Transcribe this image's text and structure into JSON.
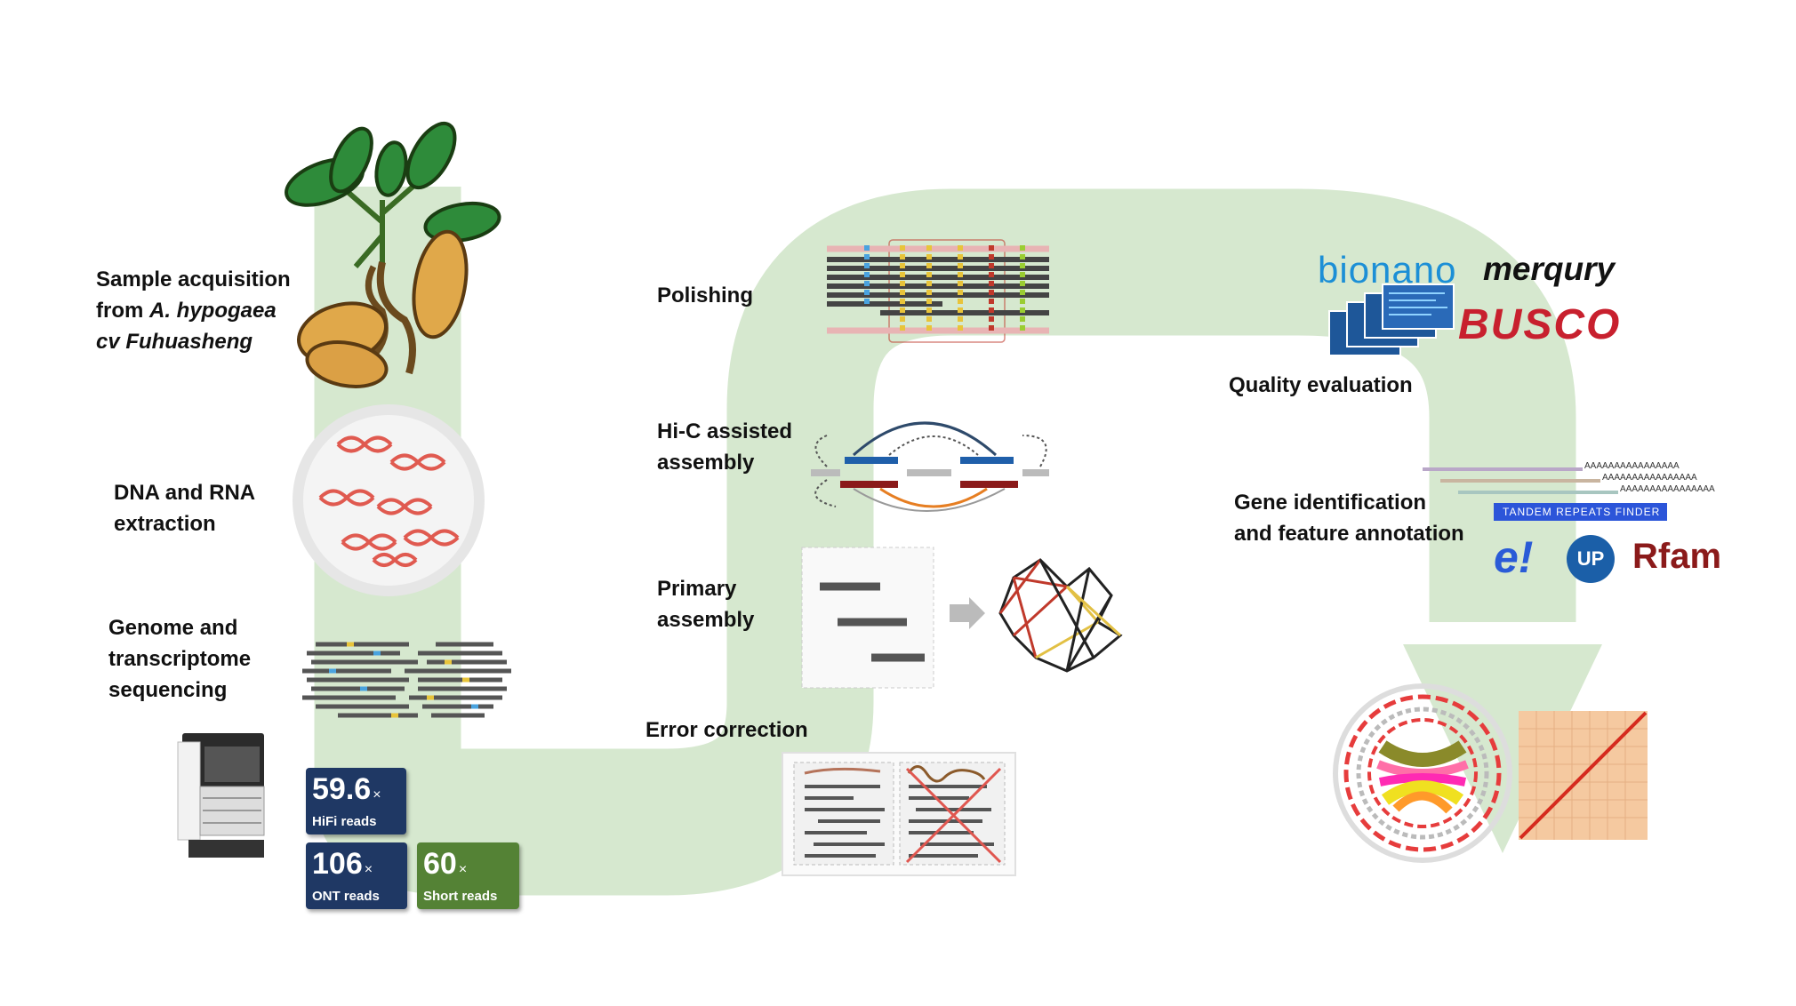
{
  "steps_left": {
    "sample": {
      "line1": "Sample acquisition",
      "line2_prefix": "from ",
      "line2_italic": "A. hypogaea",
      "line3": "cv Fuhuasheng"
    },
    "extraction": {
      "line1": "DNA and RNA",
      "line2": "extraction"
    },
    "sequencing": {
      "line1": "Genome and",
      "line2": "transcriptome",
      "line3": "sequencing"
    }
  },
  "reads": [
    {
      "value": "59.6",
      "unit": "×",
      "label": "HiFi reads"
    },
    {
      "value": "106",
      "unit": "×",
      "label": "ONT reads"
    },
    {
      "value": "60",
      "unit": "×",
      "label": "Short reads"
    }
  ],
  "steps_middle": {
    "error_correction": "Error correction",
    "primary_assembly": {
      "line1": "Primary",
      "line2": "assembly"
    },
    "hic": {
      "line1": "Hi-C assisted",
      "line2": "assembly"
    },
    "polishing": "Polishing"
  },
  "steps_right": {
    "quality": "Quality evaluation",
    "annotation": {
      "line1": "Gene identification",
      "line2": "and feature annotation"
    }
  },
  "logos": {
    "bionano": "bionano",
    "merqury": "merqury",
    "busco": "BUSCO",
    "trf": "TANDEM REPEATS FINDER",
    "ensembl": "e!",
    "uniprot": "UP",
    "rfam": "Rfam",
    "polya": "AAAAAAAAAAAAAAAA"
  },
  "colors": {
    "path": "#d6e8cf",
    "navy_badge": "#1f3864",
    "green_badge": "#548235",
    "bionano_blue": "#1c8fd6",
    "busco_red": "#c8202e",
    "rfam_red": "#8b1a1a"
  }
}
